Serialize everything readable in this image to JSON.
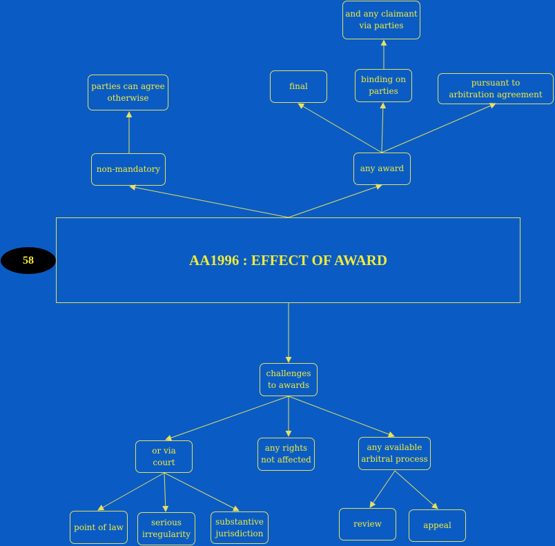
{
  "badge": "58",
  "title": "AA1996 : EFFECT OF AWARD",
  "nodes": {
    "non_mandatory": "non-mandatory",
    "parties_agree": "parties can agree\notherwise",
    "any_award": "any award",
    "final": "final",
    "binding": "binding on\nparties",
    "claimant": "and any claimant\nvia parties",
    "pursuant": "pursuant to\narbitration agreement",
    "challenges": "challenges\nto awards",
    "or_via_court": "or via\ncourt",
    "any_rights": "any rights\nnot affected",
    "arbitral_process": "any available\narbitral process",
    "point_of_law": "point of law",
    "serious_irregularity": "serious\nirregularity",
    "substantive_jurisdiction": "substantive\njurisdiction",
    "review": "review",
    "appeal": "appeal"
  },
  "colors": {
    "background": "#0a5cc4",
    "line": "#e8e060",
    "text": "#f2ea3a",
    "badge": "#000000"
  }
}
